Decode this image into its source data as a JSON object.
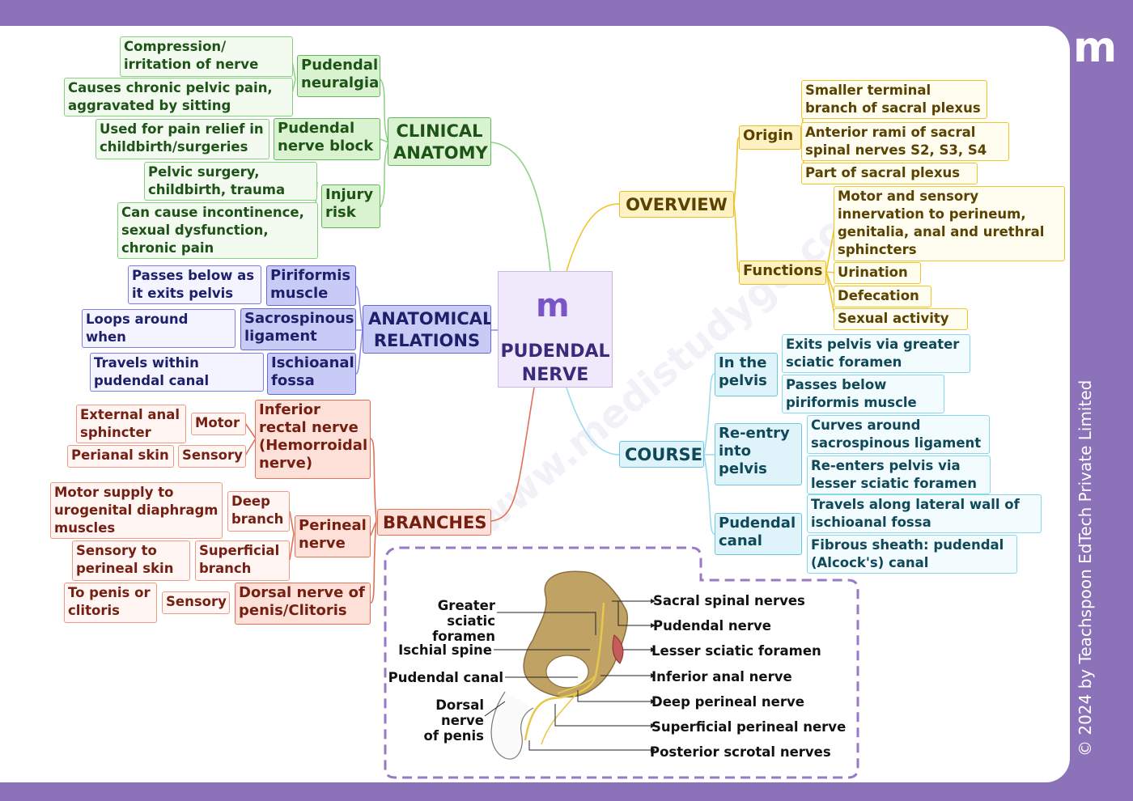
{
  "center": {
    "title": "PUDENDAL\nNERVE"
  },
  "copyright": "© 2024 by Teachspoon EdTech Private Limited",
  "watermark": "www.medistudygo.com",
  "clinical": {
    "label": "CLINICAL\nANATOMY",
    "neuralgia": "Pudendal\nneuralgia",
    "neuralgia_d1": "Compression/\nirritation of nerve",
    "neuralgia_d2": "Causes chronic pelvic pain,\naggravated by sitting",
    "block": "Pudendal\nnerve block",
    "block_d1": "Used for pain relief in\nchildbirth/surgeries",
    "injury": "Injury\nrisk",
    "injury_d1": "Pelvic surgery,\nchildbirth, trauma",
    "injury_d2": "Can cause incontinence,\nsexual dysfunction,\nchronic pain"
  },
  "anatomical": {
    "label": "ANATOMICAL\nRELATIONS",
    "piri": "Piriformis\nmuscle",
    "piri_d": "Passes below as\nit exits pelvis",
    "sacro": "Sacrospinous\nligament",
    "sacro_d": "Loops around when\nre-entering pelvis",
    "ischio": "Ischioanal\nfossa",
    "ischio_d": "Travels within\npudendal canal"
  },
  "branches": {
    "label": "BRANCHES",
    "irn": "Inferior\nrectal nerve\n(Hemorroidal\nnerve)",
    "motor": "Motor",
    "motor_d": "External anal\nsphincter",
    "sensory1": "Sensory",
    "sensory1_d": "Perianal skin",
    "perineal": "Perineal\nnerve",
    "deep": "Deep\nbranch",
    "deep_d": "Motor supply to\nurogenital diaphragm\nmuscles",
    "superficial": "Superficial\nbranch",
    "superficial_d": "Sensory to\nperineal skin",
    "dorsal": "Dorsal nerve of\npenis/Clitoris",
    "sensory2": "Sensory",
    "sensory2_d": "To penis or\nclitoris"
  },
  "overview": {
    "label": "OVERVIEW",
    "origin": "Origin",
    "origin_d1": "Smaller terminal\nbranch of sacral plexus",
    "origin_d2": "Anterior rami of sacral\nspinal nerves S2, S3, S4",
    "origin_d3": "Part of sacral plexus",
    "functions": "Functions",
    "func_d1": "Motor and sensory\ninnervation to perineum,\ngenitalia, anal and urethral\nsphincters",
    "func_d2": "Urination",
    "func_d3": "Defecation",
    "func_d4": "Sexual activity"
  },
  "course": {
    "label": "COURSE",
    "pelvis": "In the\npelvis",
    "pelvis_d1": "Exits pelvis via greater\nsciatic foramen",
    "pelvis_d2": "Passes below\npiriformis muscle",
    "reentry": "Re-entry\ninto\npelvis",
    "reentry_d1": "Curves around\nsacrospinous ligament",
    "reentry_d2": "Re-enters pelvis via\nlesser sciatic foramen",
    "canal": "Pudendal\ncanal",
    "canal_d1": "Travels along lateral wall of\nischioanal fossa",
    "canal_d2": "Fibrous sheath: pudendal\n(Alcock's) canal"
  },
  "illustration": {
    "left_labels": [
      "Greater sciatic\nforamen",
      "Ischial spine",
      "Pudendal canal",
      "Dorsal nerve\nof penis"
    ],
    "right_labels": [
      "Sacral spinal nerves",
      "Pudendal nerve",
      "Lesser sciatic foramen",
      "Inferior anal nerve",
      "Deep perineal nerve",
      "Superficial perineal nerve",
      "Posterior scrotal nerves"
    ]
  },
  "colors": {
    "frame": "#8c72b8",
    "clinical": "#61b95a",
    "anatomical": "#6568d8",
    "branches": "#e2735a",
    "overview": "#e9bd2e",
    "course": "#6cc7e0"
  }
}
